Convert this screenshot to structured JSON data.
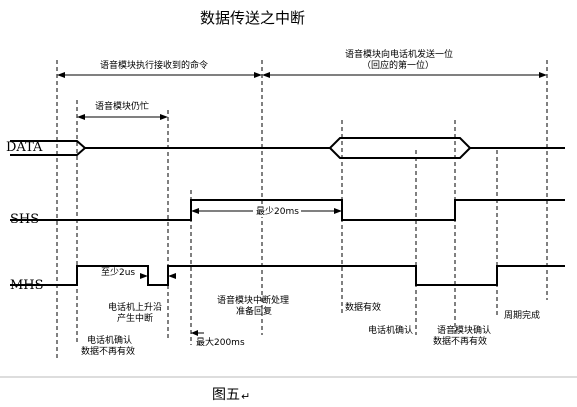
{
  "title": "数据传送之中断",
  "caption": "图五",
  "caption_mark": "↵",
  "signals": {
    "data": "DATA",
    "shs": "SHS",
    "mhs": "MHS"
  },
  "spans": {
    "execute_command": "语音模块执行接收到的命令",
    "send_first_bit_line1": "语音模块向电话机发送一位",
    "send_first_bit_line2": "（回应的第一位）",
    "module_busy": "语音模块仍忙",
    "min_20ms": "最少20ms",
    "min_2us": "至少2us"
  },
  "annotations": {
    "phone_rising_line1": "电话机上升沿",
    "phone_rising_line2": "产生中断",
    "phone_confirm_line1": "电话机确认",
    "phone_confirm_line2": "数据不再有效",
    "max_200ms": "最大200ms",
    "module_interrupt_line1": "语音模块中断处理",
    "module_interrupt_line2": "准备回复",
    "data_valid": "数据有效",
    "phone_confirm_short": "电话机确认",
    "module_confirm_line1": "语音模块确认",
    "module_confirm_line2": "数据不再有效",
    "cycle_complete": "周期完成"
  }
}
